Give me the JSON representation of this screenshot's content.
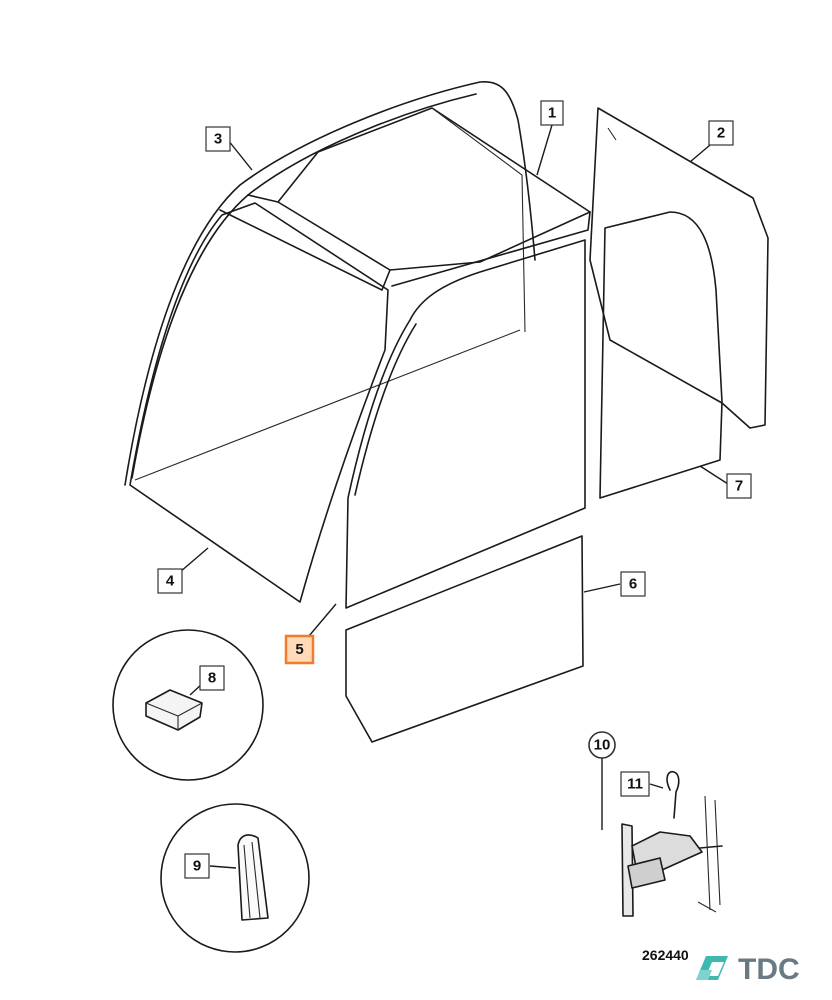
{
  "callouts": {
    "c1": "1",
    "c2": "2",
    "c3": "3",
    "c4": "4",
    "c5": "5",
    "c6": "6",
    "c7": "7",
    "c8": "8",
    "c9": "9",
    "c10": "10",
    "c11": "11"
  },
  "highlighted_callout": "5",
  "reference_number": "262440",
  "logo": {
    "text": "TDC",
    "color": "#6a7a85",
    "accent": "#3fb8b0"
  },
  "colors": {
    "highlight_fill": "#ffd9b8",
    "highlight_stroke": "#f07d2a",
    "line": "#1a1a1a"
  }
}
